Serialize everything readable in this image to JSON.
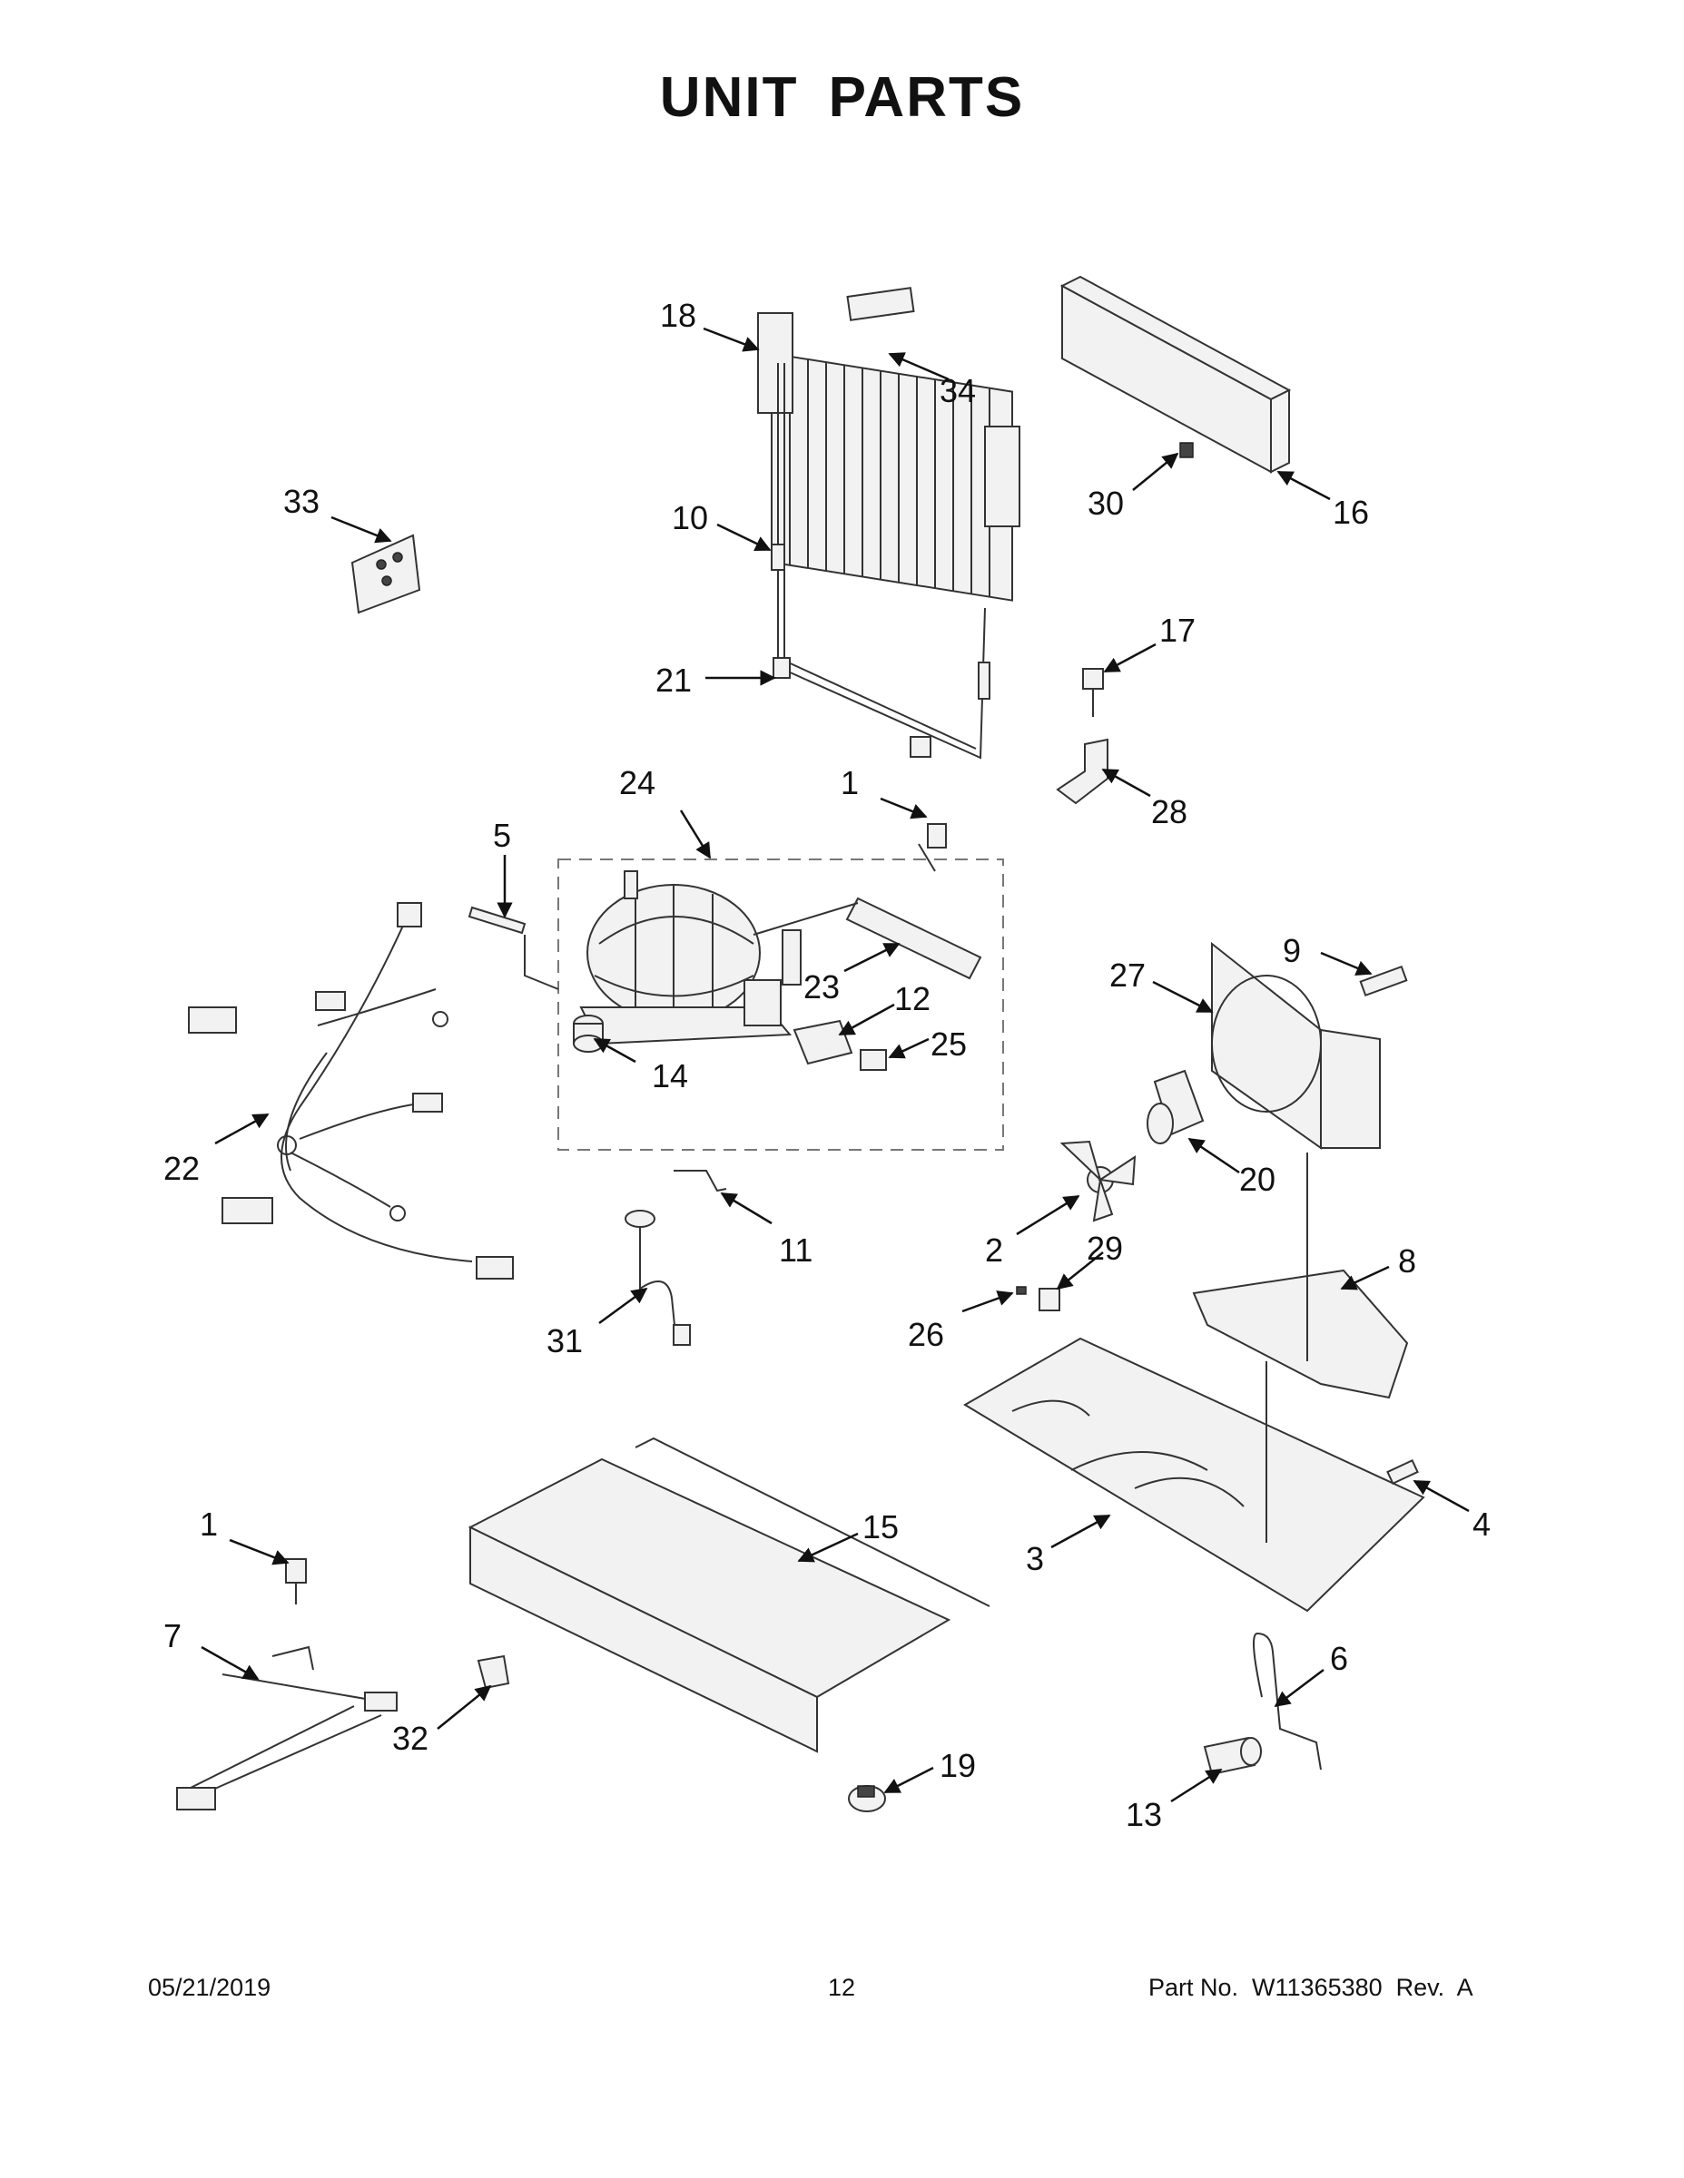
{
  "page": {
    "title": "UNIT  PARTS",
    "footer": {
      "date": "05/21/2019",
      "page_number": "12",
      "part_info": "Part No.  W11365380  Rev.  A"
    }
  },
  "callouts": [
    "18",
    "34",
    "33",
    "10",
    "30",
    "16",
    "21",
    "17",
    "28",
    "24",
    "1",
    "5",
    "23",
    "12",
    "25",
    "14",
    "9",
    "27",
    "22",
    "20",
    "11",
    "2",
    "29",
    "8",
    "26",
    "31",
    "4",
    "1",
    "15",
    "3",
    "7",
    "6",
    "32",
    "19",
    "13"
  ]
}
